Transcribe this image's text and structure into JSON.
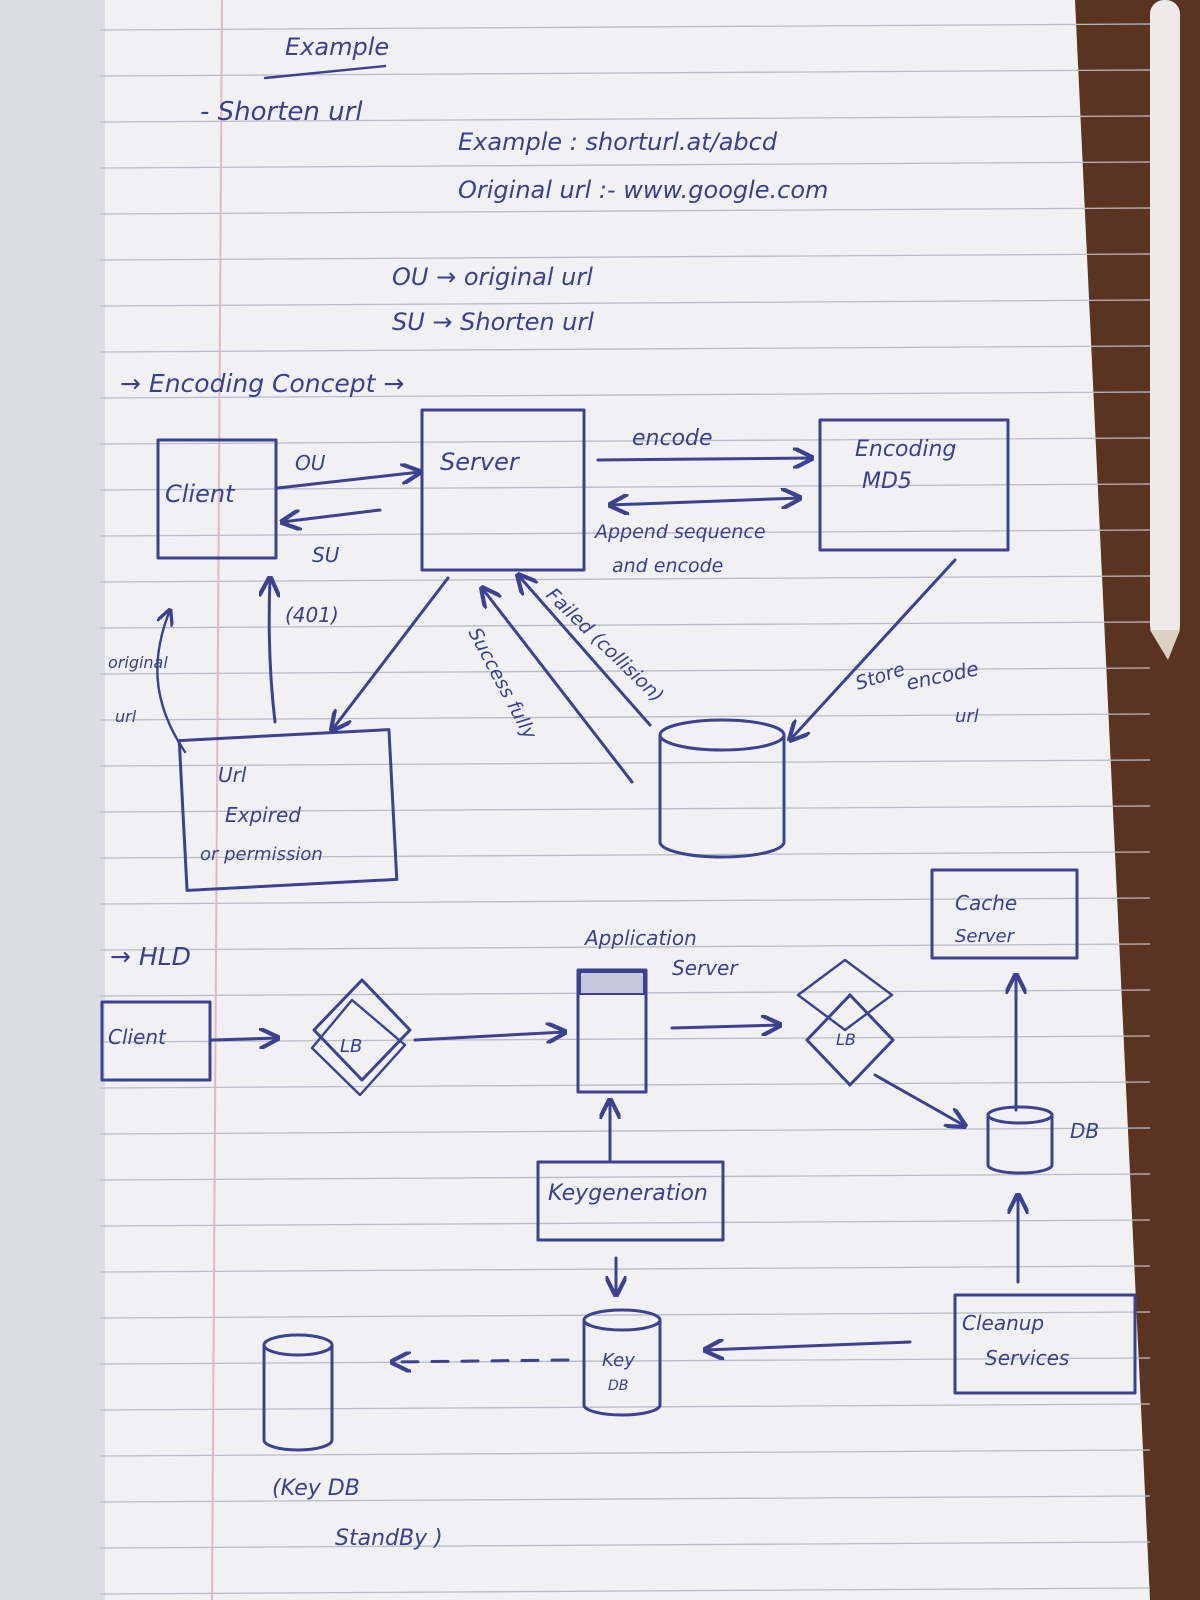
{
  "page": {
    "heading": "Example",
    "topic": "- Shorten url",
    "example_line": "Example : shorturl.at/abcd",
    "original_line": "Original url :- www.google.com",
    "abbrev_ou": "OU → original url",
    "abbrev_su": "SU → Shorten url"
  },
  "encoding_section": {
    "title": "→ Encoding Concept →",
    "client": "Client",
    "server": "Server",
    "encoding_box": [
      "Encoding",
      "MD5"
    ],
    "url_box": [
      "Url",
      "Expired",
      "or permission"
    ],
    "labels": {
      "ou": "OU",
      "su": "SU",
      "code_401": "(401)",
      "original_url": [
        "original",
        "url"
      ],
      "encode": "encode",
      "append": [
        "Append sequence",
        "and encode"
      ],
      "failed": "Failed (collision)",
      "success": "Success fully",
      "store": [
        "Store",
        "encode",
        "url"
      ]
    }
  },
  "hld_section": {
    "title": "→ HLD",
    "client": "Client",
    "lb_left": "LB",
    "app_server": [
      "Application",
      "Server"
    ],
    "lb_right": "LB",
    "cache_server": [
      "Cache",
      "Server"
    ],
    "db": "DB",
    "key_generation": "Keygeneration",
    "key_db": [
      "Key",
      "DB"
    ],
    "cleanup": [
      "Cleanup",
      "Services"
    ],
    "standby": [
      "(Key DB",
      "StandBy )"
    ]
  },
  "colors": {
    "ink": "#3a3f8f",
    "paper": "#f1f1f3",
    "rule_line": "#b9bcc6",
    "margin_line": "#e3b8bf",
    "background": "#5a3420"
  }
}
